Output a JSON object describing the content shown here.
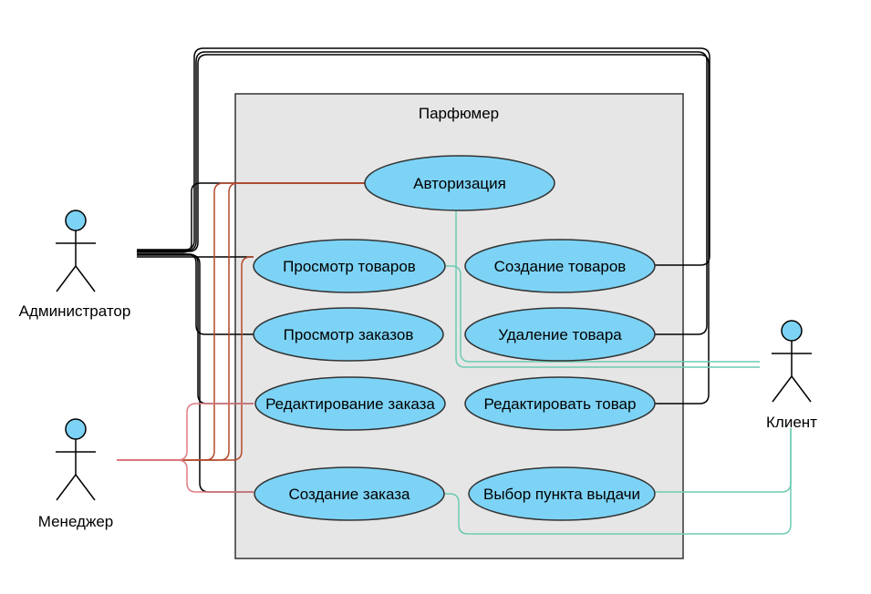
{
  "system": {
    "title": "Парфюмер"
  },
  "actors": {
    "admin": "Администратор",
    "manager": "Менеджер",
    "client": "Клиент"
  },
  "use_cases": {
    "auth": "Авторизация",
    "view_products": "Просмотр товаров",
    "create_products": "Создание товаров",
    "view_orders": "Просмотр заказов",
    "delete_product": "Удаление товара",
    "edit_order": "Редактирование заказа",
    "edit_product": "Редактировать товар",
    "create_order": "Создание заказа",
    "pickup_point": "Выбор пункта выдачи"
  },
  "colors": {
    "system_fill": "#e6e6e6",
    "usecase_fill": "#7dd3f5",
    "actor_fill": "#7dd3f5",
    "admin_line": "#000000",
    "manager_dark_line": "#b5482b",
    "manager_light_line": "#e07b84",
    "client_line": "#6ccbb2"
  }
}
